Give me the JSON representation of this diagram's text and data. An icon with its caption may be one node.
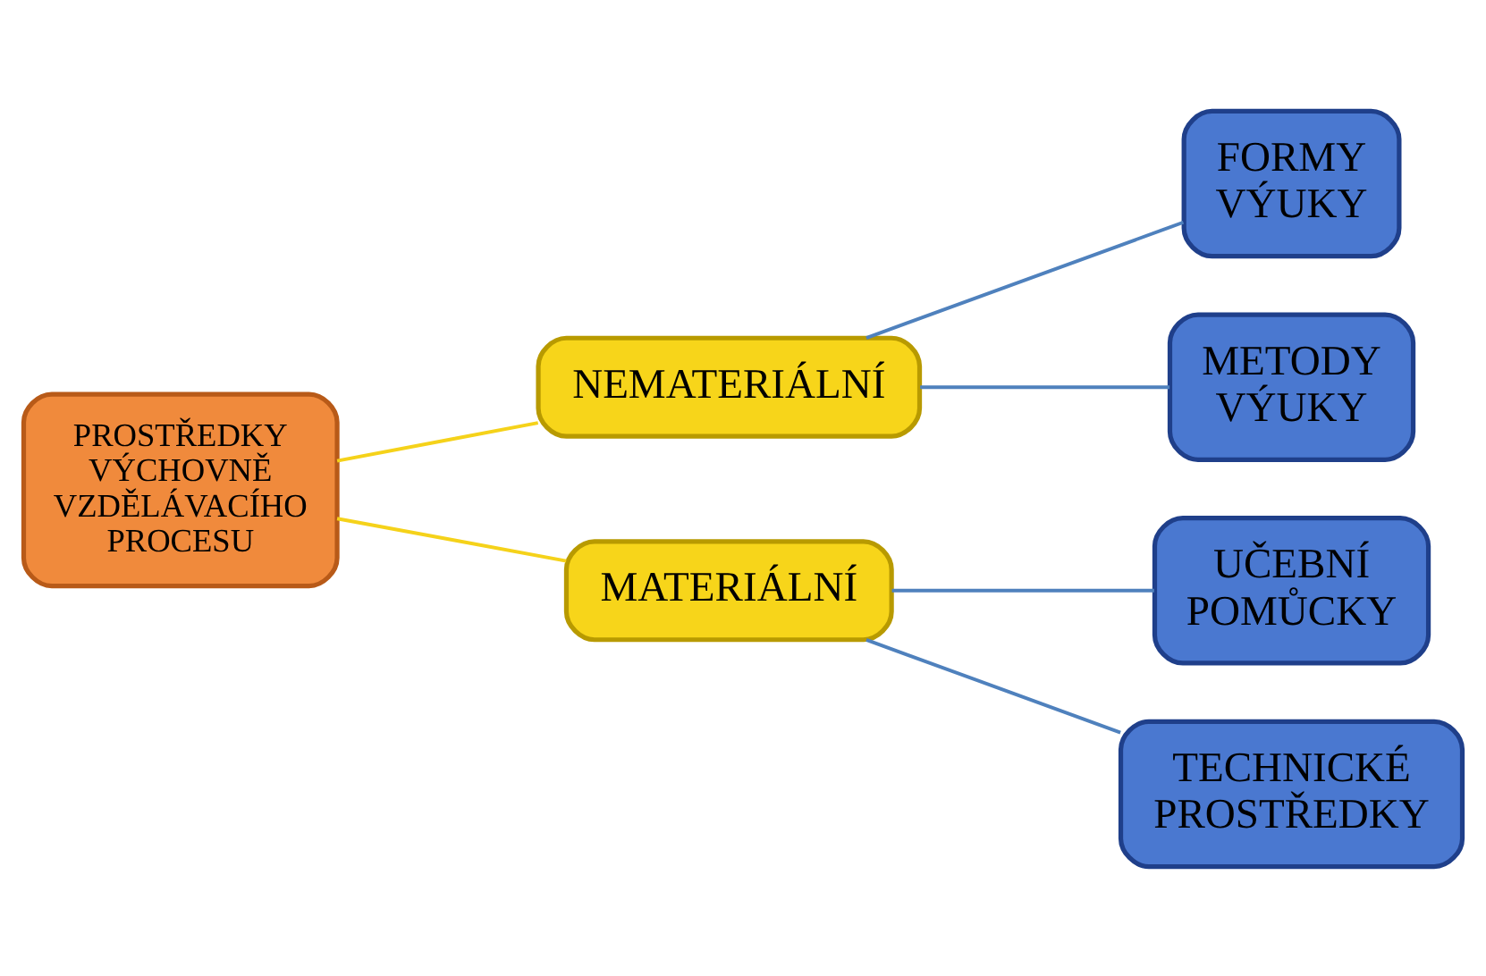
{
  "diagram": {
    "nodes": [
      {
        "text": [
          "PROSTŘEDKY VÝCHOVNĚ VZDĚLÁVACÍHO PROCESU"
        ]
      },
      {
        "text": [
          "NEMATERIÁLNÍ"
        ]
      },
      {
        "text": [
          "FORMY VÝUKY"
        ]
      },
      {
        "text": [
          "METODY VÝUKY"
        ]
      },
      {
        "text": [
          "MATERIÁLNÍ"
        ]
      },
      {
        "text": [
          "UČEBNÍ POMŮCKY"
        ]
      },
      {
        "text": [
          "TECHNICKÉ PROSTŘEDKY"
        ]
      }
    ],
    "edges": [
      {
        "from": 0,
        "to": 1,
        "arrow": "none",
        "color": "#f5d21a"
      },
      {
        "from": 1,
        "to": 2,
        "arrow": "none"
      },
      {
        "from": 1,
        "to": 3,
        "arrow": "none"
      },
      {
        "from": 0,
        "to": 4,
        "arrow": "none",
        "color": "#f5d21a"
      },
      {
        "from": 4,
        "to": 5,
        "arrow": "none"
      },
      {
        "from": 4,
        "to": 6,
        "arrow": "none"
      }
    ]
  }
}
